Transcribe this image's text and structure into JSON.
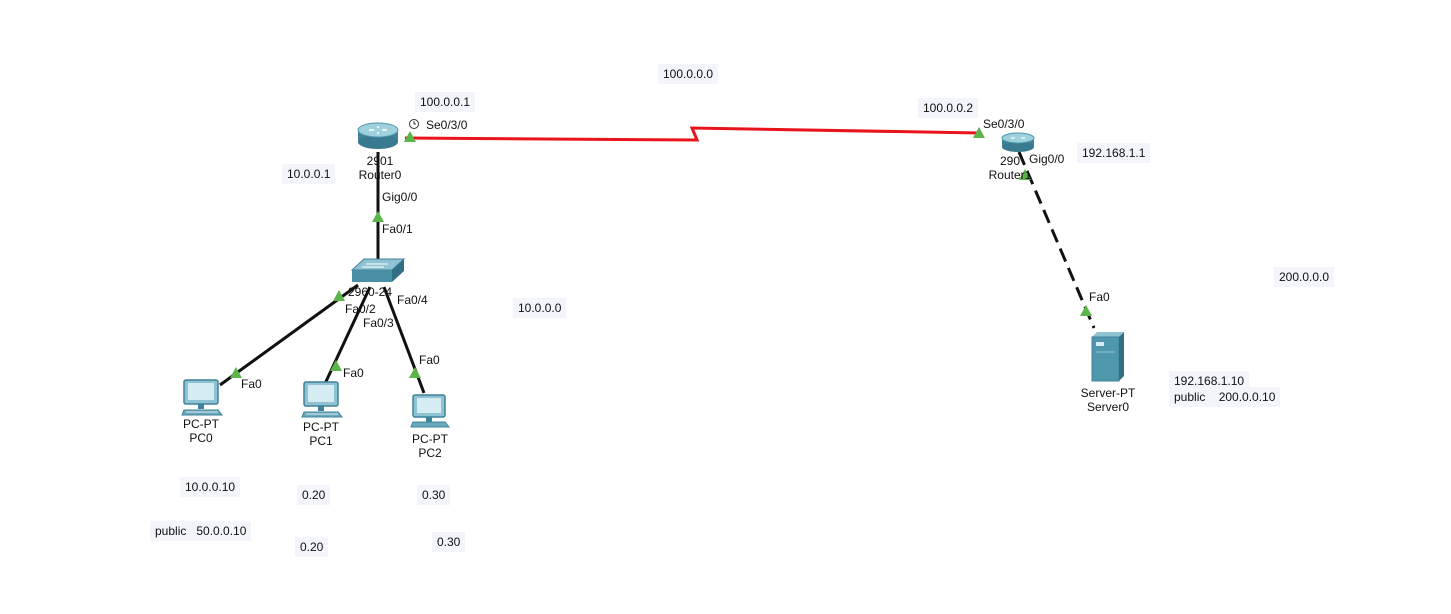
{
  "notes": {
    "net_wan": "100.0.0.0",
    "r0_wan_ip": "100.0.0.1",
    "r1_wan_ip": "100.0.0.2",
    "r0_lan_ip": "10.0.0.1",
    "r1_lan_ip": "192.168.1.1",
    "net_lan": "10.0.0.0",
    "net_public": "200.0.0.0",
    "pc0_ip": "10.0.0.10",
    "pc0_public": "public   50.0.0.10",
    "pc1_ip": "0.20",
    "pc1_public": "0.20",
    "pc2_ip": "0.30",
    "pc2_public": "0.30",
    "server_ip": "192.168.1.10",
    "server_public": "public    200.0.0.10"
  },
  "devices": {
    "router0": {
      "model": "2901",
      "name": "Router0"
    },
    "router1": {
      "model": "290",
      "name": "Router1"
    },
    "switch0": {
      "model": "2960-24"
    },
    "pc0": {
      "model": "PC-PT",
      "name": "PC0"
    },
    "pc1": {
      "model": "PC-PT",
      "name": "PC1"
    },
    "pc2": {
      "model": "PC-PT",
      "name": "PC2"
    },
    "server0": {
      "model": "Server-PT",
      "name": "Server0"
    }
  },
  "ports": {
    "r0_se": "Se0/3/0",
    "r1_se": "Se0/3/0",
    "r0_gig": "Gig0/0",
    "r1_gig": "Gig0/0",
    "sw_fa01": "Fa0/1",
    "sw_fa02": "Fa0/2",
    "sw_fa03": "Fa0/3",
    "sw_fa04": "Fa0/4",
    "pc0_fa": "Fa0",
    "pc1_fa": "Fa0",
    "pc2_fa": "Fa0",
    "server_fa": "Fa0"
  },
  "colors": {
    "serial_link": "#e8141b",
    "ethernet_link": "#111111",
    "link_up": "#5bb54a",
    "device_teal": "#4f97ab",
    "note_bg": "#f3f5fb"
  }
}
